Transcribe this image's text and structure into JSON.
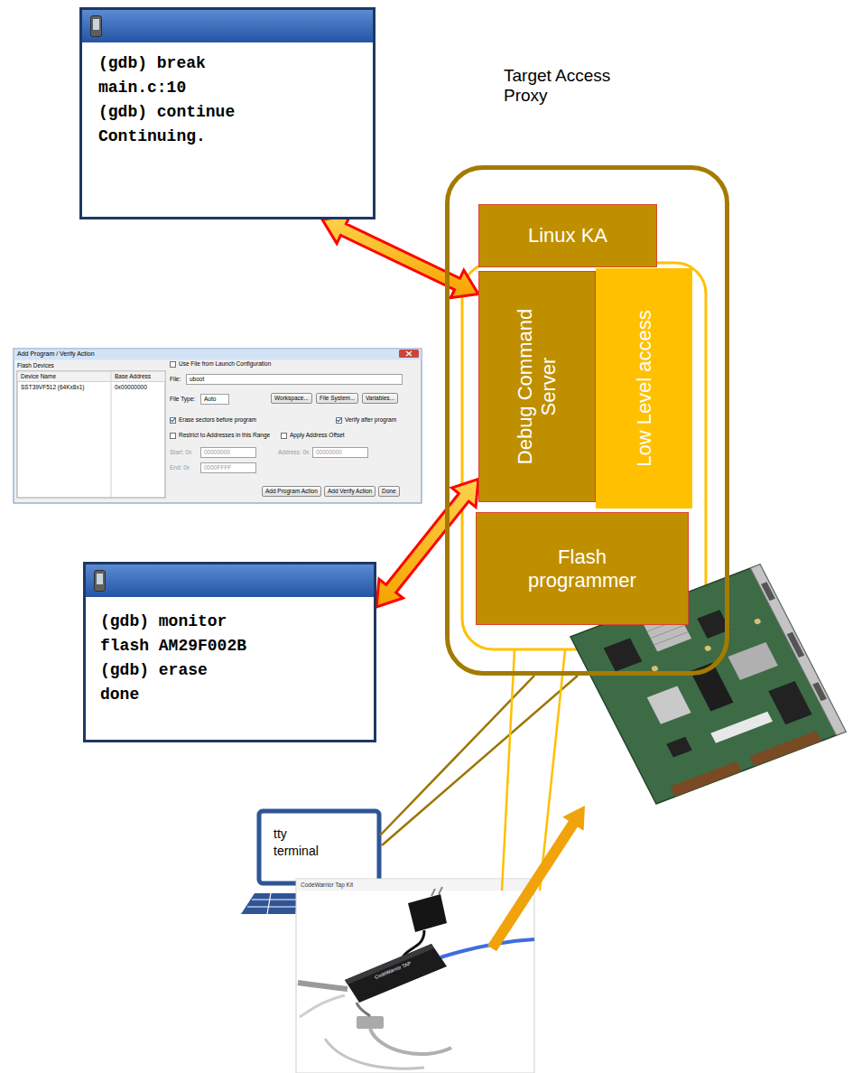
{
  "diagram": {
    "nodes": [
      {
        "text": [
          "(gdb) break main.c:10 (gdb) continue Continuing."
        ]
      },
      {
        "text": [
          "Target Access Proxy"
        ]
      },
      {
        "text": [
          "Linux KA"
        ],
        "in": 1
      },
      {
        "text": [
          "Debug Command Server"
        ],
        "in": 1
      },
      {
        "text": [
          "Low Level access"
        ],
        "in": 1
      },
      {
        "text": [
          "Flash programmer"
        ],
        "in": 1
      },
      {
        "text": [
          "(gdb) monitor flash AM29F002B (gdb) erase done"
        ]
      }
    ],
    "edges": [
      {
        "from": 0,
        "to": 3,
        "arrow": "both"
      },
      {
        "from": 3,
        "to": 6,
        "arrow": "both"
      }
    ],
    "labels": [
      "Add Program / Verify Action",
      "Flash Devices",
      "Device Name",
      "Base Address",
      "SST39VF512 (64Kx8x1)",
      "0x00000000",
      "Use File from Launch Configuration",
      "File:",
      "uboot",
      "File Type:",
      "Auto",
      "Workspace...",
      "File System...",
      "Variables...",
      "Erase sectors before program",
      "Verify after program",
      "Restrict to Addresses in this Range",
      "Apply Address Offset",
      "Start: 0x",
      "00000000",
      "Address: 0x",
      "00000000",
      "End: 0x",
      "0000FFFF",
      "Add Program Action",
      "Add Verify Action",
      "Done",
      "tty terminal",
      "CodeWarrior Tap Kit",
      "CodeWarrior TAP"
    ]
  }
}
